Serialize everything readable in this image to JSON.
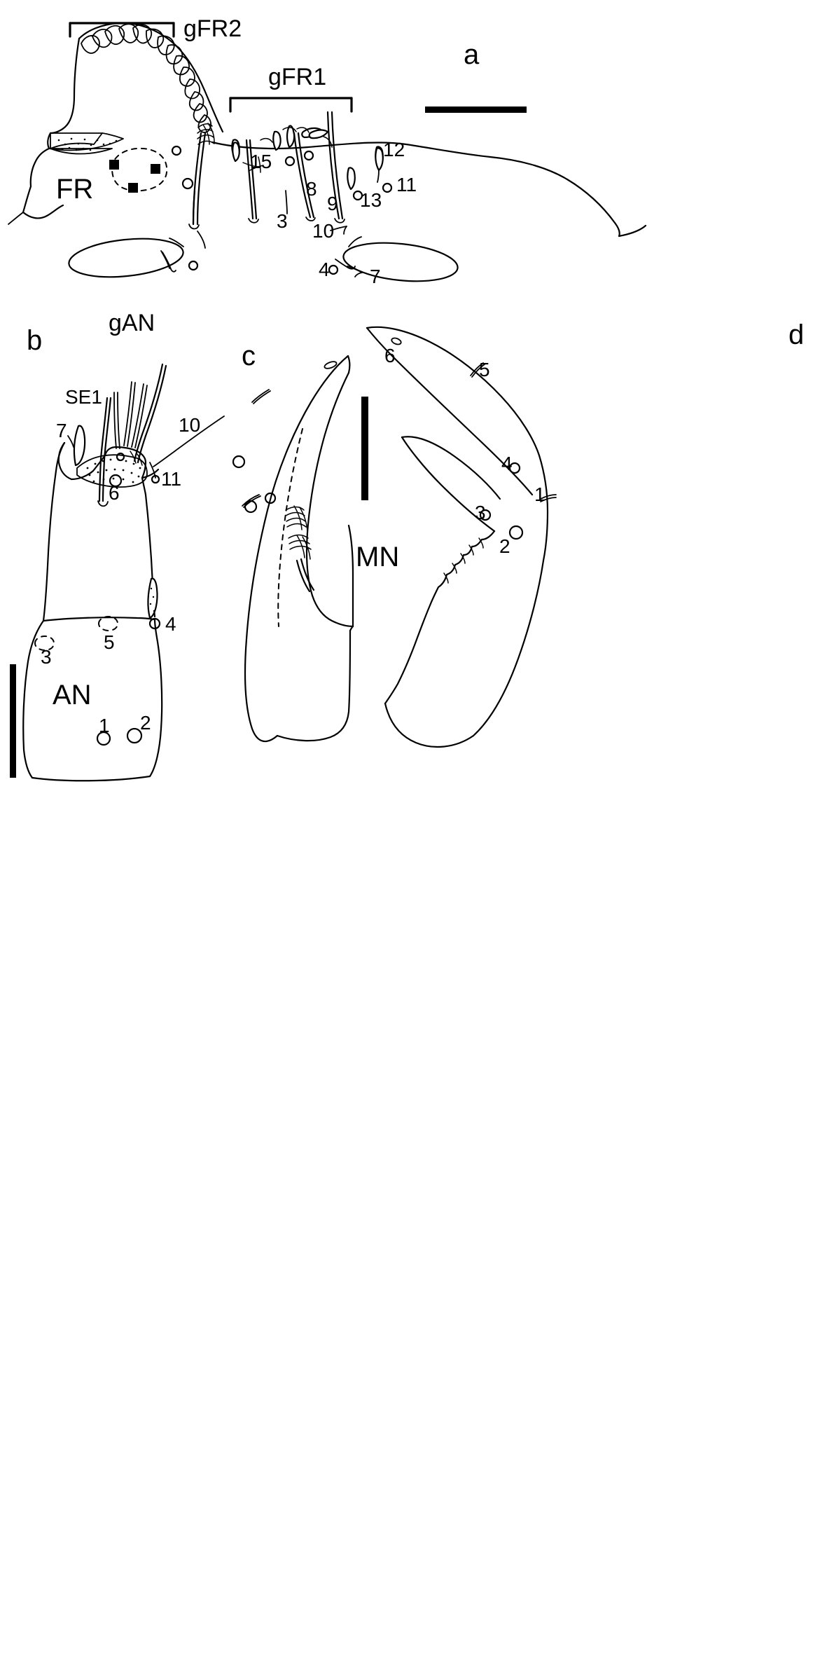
{
  "figure": {
    "type": "scientific-line-drawing",
    "subject": "larval head capsule structures: frontoclypeus, antenna, maxilla and mandible",
    "background_color": "#ffffff",
    "ink_color": "#000000"
  },
  "panels": [
    {
      "id": "a",
      "letter": "a",
      "structure_label": "FR",
      "group_labels": [
        "gFR2",
        "gFR1"
      ],
      "seta_numbers": [
        "15",
        "12",
        "11",
        "13",
        "8",
        "9",
        "3",
        "10",
        "4",
        "7"
      ],
      "scale_bar": true
    },
    {
      "id": "b",
      "letter": "b",
      "structure_label": "AN",
      "group_labels": [
        "gAN"
      ],
      "other_labels": [
        "SE1"
      ],
      "seta_numbers": [
        "7",
        "10",
        "11",
        "6",
        "4",
        "5",
        "3",
        "1",
        "2"
      ],
      "scale_bar": true
    },
    {
      "id": "c",
      "letter": "c",
      "structure_label": "",
      "group_labels": [],
      "seta_numbers": [],
      "scale_bar": true
    },
    {
      "id": "d",
      "letter": "d",
      "structure_label": "MN",
      "group_labels": [],
      "seta_numbers": [
        "6",
        "5",
        "4",
        "1",
        "3",
        "2"
      ],
      "scale_bar": false
    }
  ],
  "labels": {
    "panel_a_letter": "a",
    "panel_b_letter": "b",
    "panel_c_letter": "c",
    "panel_d_letter": "d",
    "gFR2": "gFR2",
    "gFR1": "gFR1",
    "FR": "FR",
    "gAN": "gAN",
    "SE1": "SE1",
    "AN": "AN",
    "MN": "MN",
    "a_15": "15",
    "a_12": "12",
    "a_11": "11",
    "a_13": "13",
    "a_8": "8",
    "a_9": "9",
    "a_3": "3",
    "a_10": "10",
    "a_4": "4",
    "a_7": "7",
    "b_7": "7",
    "b_10": "10",
    "b_11": "11",
    "b_6": "6",
    "b_4": "4",
    "b_5": "5",
    "b_3": "3",
    "b_1": "1",
    "b_2": "2",
    "d_6": "6",
    "d_5": "5",
    "d_4": "4",
    "d_1": "1",
    "d_3": "3",
    "d_2": "2"
  }
}
